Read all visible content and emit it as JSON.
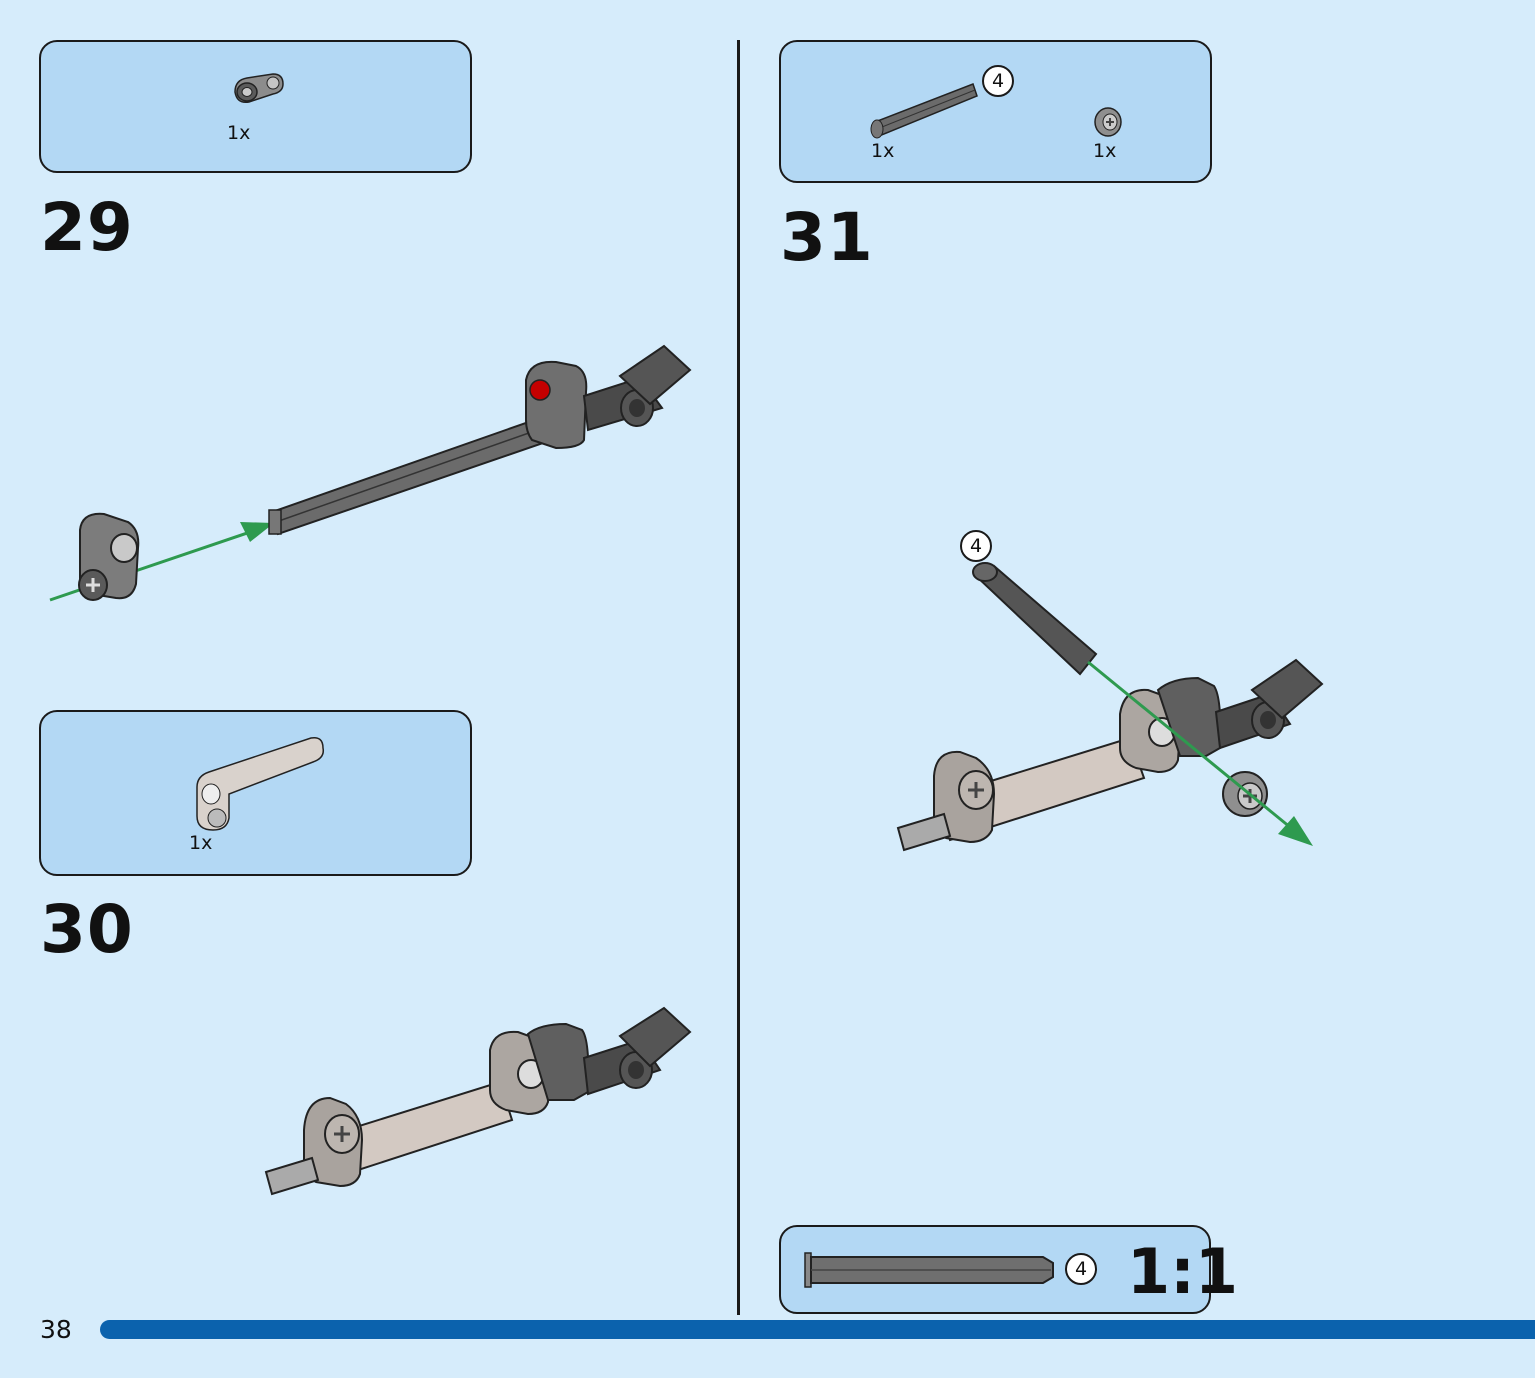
{
  "page_number": "38",
  "steps": [
    {
      "number": "29",
      "parts": [
        {
          "qty": "1x",
          "icon": "axle-pin-connector-icon"
        }
      ]
    },
    {
      "number": "30",
      "parts": [
        {
          "qty": "1x",
          "icon": "bent-tube-connector-icon"
        }
      ]
    },
    {
      "number": "31",
      "parts": [
        {
          "qty": "1x",
          "icon": "axle-length-4-icon",
          "callout": "4"
        },
        {
          "qty": "1x",
          "icon": "bush-icon"
        }
      ],
      "callout": "4",
      "scale_box": {
        "callout": "4",
        "scale": "1:1"
      }
    }
  ],
  "colors": {
    "background": "#d6ecfb",
    "parts_box": "#b3d8f4",
    "progress_bar": "#0b62ad",
    "arrow": "#2e9a4f"
  }
}
